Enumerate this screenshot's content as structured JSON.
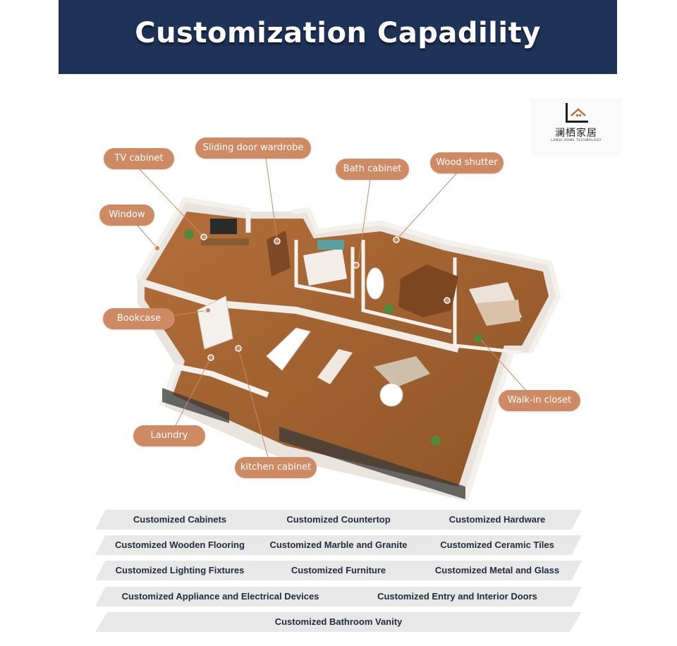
{
  "banner": {
    "title": "Customization Capadility",
    "color": "#1f3359"
  },
  "logo": {
    "chinese": "澜栖家居",
    "english": "LANQI HOME TECHNOLOGY"
  },
  "accent": "#cd8a63",
  "callouts": {
    "tv_cabinet": "TV cabinet",
    "sliding_door_wardrobe": "Sliding door wardrobe",
    "bath_cabinet": "Bath cabinet",
    "wood_shutter": "Wood shutter",
    "window": "Window",
    "bookcase": "Bookcase",
    "walk_in_closet": "Walk-in closet",
    "laundry": "Laundry",
    "kitchen_cabinet": "kitchen cabinet"
  },
  "services": [
    "Customized Cabinets",
    "Customized Countertop",
    "Customized Hardware",
    "Customized Wooden Flooring",
    "Customized Marble and Granite",
    "Customized Ceramic Tiles",
    "Customized Lighting Fixtures",
    "Customized Furniture",
    "Customized Metal and Glass",
    "Customized Appliance and Electrical Devices",
    "Customized Entry and Interior Doors",
    "Customized Bathroom Vanity"
  ]
}
